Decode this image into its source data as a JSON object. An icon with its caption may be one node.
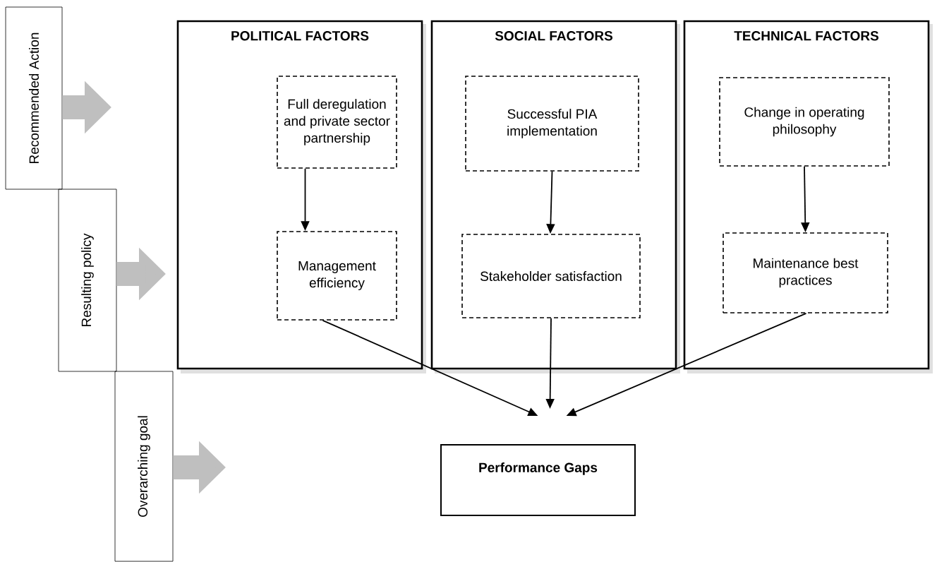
{
  "diagram": {
    "nodes": [
      {
        "text": [
          "Recommended Action"
        ]
      },
      {
        "text": [
          "Resulting policy"
        ]
      },
      {
        "text": [
          "Overarching goal"
        ]
      },
      {
        "text": [
          "POLITICAL FACTORS"
        ]
      },
      {
        "text": [
          "Full deregulation and private sector partnership"
        ],
        "in": 3
      },
      {
        "text": [
          "Management efficiency"
        ],
        "in": 3
      },
      {
        "text": [
          "SOCIAL FACTORS"
        ]
      },
      {
        "text": [
          "Successful PIA implementation"
        ],
        "in": 6
      },
      {
        "text": [
          "Stakeholder satisfaction"
        ],
        "in": 6
      },
      {
        "text": [
          "TECHNICAL FACTORS"
        ]
      },
      {
        "text": [
          "Change in operating philosophy"
        ],
        "in": 9
      },
      {
        "text": [
          "Maintenance best practices"
        ],
        "in": 9
      },
      {
        "text": [
          "Performance Gaps"
        ]
      }
    ],
    "edges": [
      {
        "from": 0,
        "to": null,
        "arrow": "to",
        "style": "thick",
        "color": "#bfbfbf"
      },
      {
        "from": 1,
        "to": null,
        "arrow": "to",
        "style": "thick",
        "color": "#bfbfbf"
      },
      {
        "from": 2,
        "to": null,
        "arrow": "to",
        "style": "thick",
        "color": "#bfbfbf"
      },
      {
        "from": 4,
        "to": 5,
        "arrow": "to"
      },
      {
        "from": 7,
        "to": 8,
        "arrow": "to"
      },
      {
        "from": 10,
        "to": 11,
        "arrow": "to"
      },
      {
        "from": 5,
        "to": 12,
        "arrow": "to"
      },
      {
        "from": 8,
        "to": 12,
        "arrow": "to"
      },
      {
        "from": 11,
        "to": 12,
        "arrow": "to"
      }
    ]
  }
}
